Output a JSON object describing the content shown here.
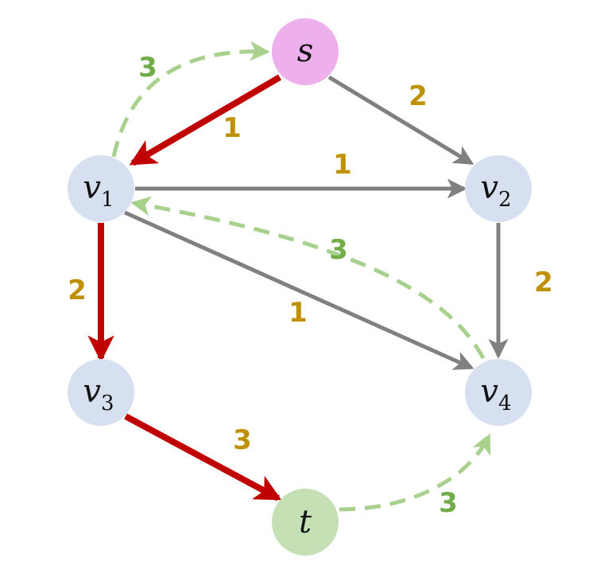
{
  "colors": {
    "node_default": "#d6e0f0",
    "node_source": "#eeb0ec",
    "node_sink": "#c5e0b4",
    "edge_default": "#808080",
    "edge_path": "#c00000",
    "edge_residual": "#a9d18e",
    "weight_label": "#bf9000",
    "residual_label": "#70ad47"
  },
  "nodes": [
    {
      "id": "s",
      "name": "s",
      "sub": "",
      "role": "source"
    },
    {
      "id": "v1",
      "name": "v",
      "sub": "1",
      "role": "default"
    },
    {
      "id": "v2",
      "name": "v",
      "sub": "2",
      "role": "default"
    },
    {
      "id": "v3",
      "name": "v",
      "sub": "3",
      "role": "default"
    },
    {
      "id": "v4",
      "name": "v",
      "sub": "4",
      "role": "default"
    },
    {
      "id": "t",
      "name": "t",
      "sub": "",
      "role": "sink"
    }
  ],
  "edges": [
    {
      "from": "s",
      "to": "v1",
      "weight": "1",
      "kind": "path"
    },
    {
      "from": "s",
      "to": "v2",
      "weight": "2",
      "kind": "default"
    },
    {
      "from": "v1",
      "to": "v2",
      "weight": "1",
      "kind": "default"
    },
    {
      "from": "v1",
      "to": "v3",
      "weight": "2",
      "kind": "path"
    },
    {
      "from": "v1",
      "to": "v4",
      "weight": "1",
      "kind": "default"
    },
    {
      "from": "v2",
      "to": "v4",
      "weight": "2",
      "kind": "default"
    },
    {
      "from": "v3",
      "to": "t",
      "weight": "3",
      "kind": "path"
    },
    {
      "from": "v1",
      "to": "s",
      "weight": "3",
      "kind": "residual"
    },
    {
      "from": "v4",
      "to": "v1",
      "weight": "3",
      "kind": "residual"
    },
    {
      "from": "t",
      "to": "v4",
      "weight": "3",
      "kind": "residual"
    }
  ]
}
